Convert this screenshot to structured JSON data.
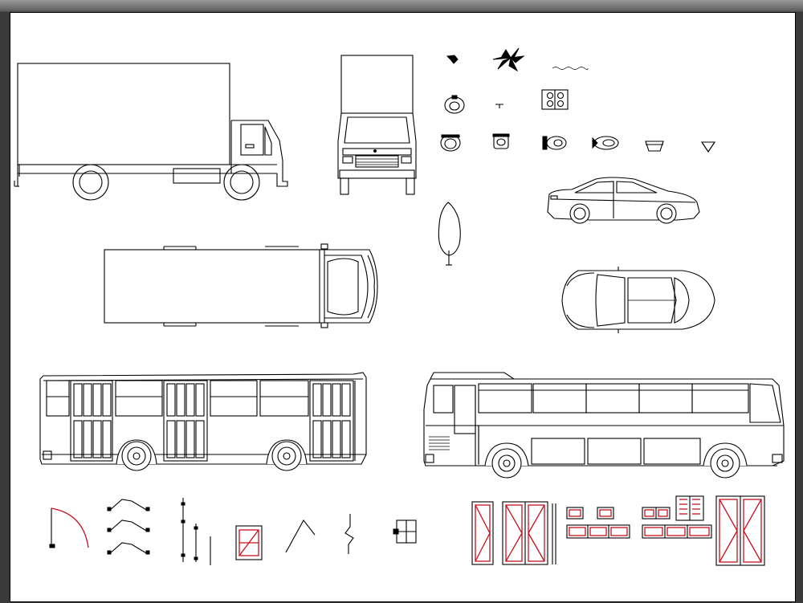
{
  "window": {
    "frame_color": "#6e6e6e",
    "sheet_color": "#ffffff",
    "line_color": "#000000",
    "accent_red": "#c8101c"
  },
  "blocks": [
    "box-truck-side",
    "box-truck-front",
    "box-truck-top",
    "sedan-side",
    "sedan-top",
    "tree-elevation",
    "city-bus-side",
    "coach-bus-side",
    "small-symbols",
    "door-and-window-symbols"
  ]
}
